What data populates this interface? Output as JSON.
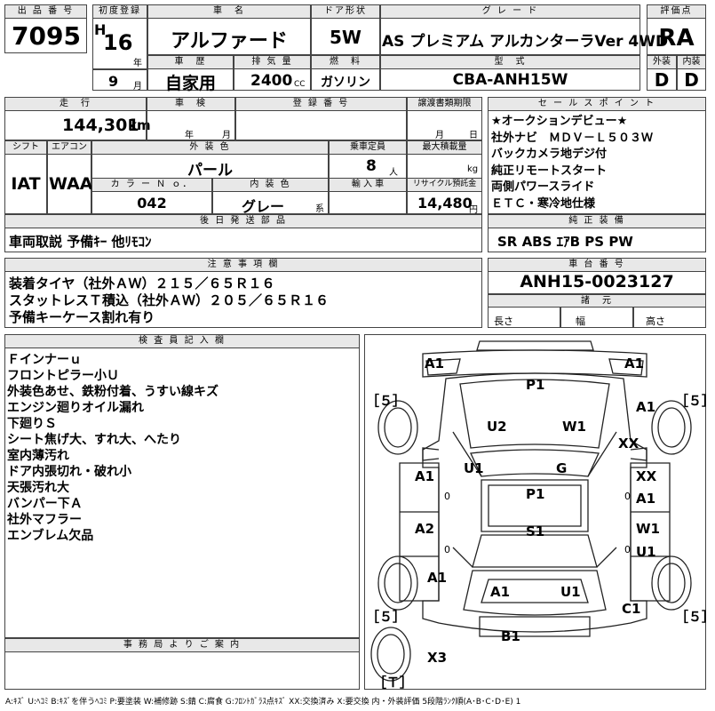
{
  "header_labels": {
    "lot": "出 品 番 号",
    "first_reg": "初度登録",
    "car_name": "車　名",
    "doors": "ドア形状",
    "grade": "グ レ ー ド",
    "score": "評価点",
    "history": "車　歴",
    "displacement": "排 気 量",
    "fuel": "燃　料",
    "model": "型　式",
    "exterior": "外装",
    "interior": "内装",
    "year_unit": "年",
    "month_unit": "月",
    "cc_unit": "CC",
    "era": "H"
  },
  "lot_number": "7095",
  "first_reg_year": "16",
  "first_reg_month": "9",
  "car_name": "アルファード",
  "doors": "5W",
  "grade": "AS プレミアム アルカンターラVer 4WD",
  "score": "RA",
  "history": "自家用",
  "displacement": "2400",
  "fuel": "ガソリン",
  "model": "CBA-ANH15W",
  "exterior_grade": "D",
  "interior_grade": "D",
  "row2_labels": {
    "mileage": "走　行",
    "inspection": "車　検",
    "reg_number": "登 録 番 号",
    "transfer_deadline": "譲渡書類期限",
    "sales_points": "セ ー ル ス ポ イ ン ト",
    "shift": "シフト",
    "aircon": "エアコン",
    "ext_color": "外 装 色",
    "capacity": "乗車定員",
    "max_load": "最大積載量",
    "color_no": "カ ラ ー Ｎ ｏ．",
    "int_color": "内 装 色",
    "import": "輸 入 車",
    "recycle": "リサイクル預託金",
    "km_unit": "km",
    "year_unit": "年",
    "month_unit": "月",
    "person_unit": "人",
    "kg_unit": "kg",
    "kei_unit": "系",
    "yen_unit": "円"
  },
  "mileage": "144,301",
  "shift": "IAT",
  "aircon": "WAA",
  "ext_color": "パール",
  "capacity": "8",
  "color_no": "042",
  "int_color": "グレー",
  "recycle_fee": "14,480",
  "sales_points": [
    "★オークションデビュー★",
    "社外ナビ　ＭＤＶ－Ｌ５０３Ｗ",
    "バックカメラ地デジ付",
    "純正リモートスタート",
    "両側パワースライド",
    "ＥＴＣ・寒冷地仕様"
  ],
  "later_shipping_label": "後 日 発 送 部 品",
  "later_shipping": "車両取説 予備ｷｰ 他ﾘﾓｺﾝ",
  "genuine_equip_label": "純 正 装 備",
  "genuine_equip": "SR ABS ｴｱB PS PW",
  "notes_label": "注 意 事 項 欄",
  "notes": [
    "装着タイヤ（社外ＡＷ）２１５／６５Ｒ１６",
    "スタットレスＴ積込（社外ＡＷ）２０５／６５Ｒ１６",
    "予備キーケース割れ有り"
  ],
  "chassis_label": "車 台 番 号",
  "chassis_number": "ANH15-0023127",
  "dimensions_label": "諸　元",
  "dim_length": "長さ",
  "dim_width": "幅",
  "dim_height": "高さ",
  "inspector_label": "検 査 員 記 入 欄",
  "inspector_notes": [
    "Ｆインナーｕ",
    "フロントピラー小Ｕ",
    "外装色あせ、鉄粉付着、うすい線キズ",
    "エンジン廻りオイル漏れ",
    "下廻りＳ",
    "シート焦げ大、すれ大、へたり",
    "室内薄汚れ",
    "ドア内張切れ・破れ小",
    "天張汚れ大",
    "バンパー下Ａ",
    "社外マフラー",
    "エンブレム欠品"
  ],
  "office_label": "事 務 局 よ り ご 案 内",
  "legend": "A:ｷｽﾞ U:ﾍｺﾐ B:ｷｽﾞを伴うﾍｺﾐ P:要塗装 W:補修跡 S:錆 C:腐食 G:ﾌﾛﾝﾄｶﾞﾗｽ点ｷｽﾞ XX:交換済み X:要交換 内・外装評価 5段階ﾗﾝｸ順(A･B･C･D･E) 1",
  "diagram": {
    "a1_tl": "A1",
    "a1_tr": "A1",
    "p1_top": "P1",
    "tire_lf": "［５］",
    "tire_rf": "［５］",
    "a1_right_front": "A1",
    "u2": "U2",
    "w1_hood": "W1",
    "xx_front": "XX",
    "u1_pillar": "U1",
    "g": "G",
    "a1_left_door": "A1",
    "xx_right_door": "XX",
    "p1_roof": "P1",
    "a1_right_door": "A1",
    "a2_left": "A2",
    "s1": "S1",
    "w1_right": "W1",
    "u1_right": "U1",
    "a1_left_rear": "A1",
    "a1_rear": "A1",
    "u1_rear": "U1",
    "tire_lr": "［５］",
    "tire_rr": "［５］",
    "c1": "C1",
    "b1": "B1",
    "x3": "X3",
    "spare": "［Ｔ］",
    "o_mark": "0"
  }
}
